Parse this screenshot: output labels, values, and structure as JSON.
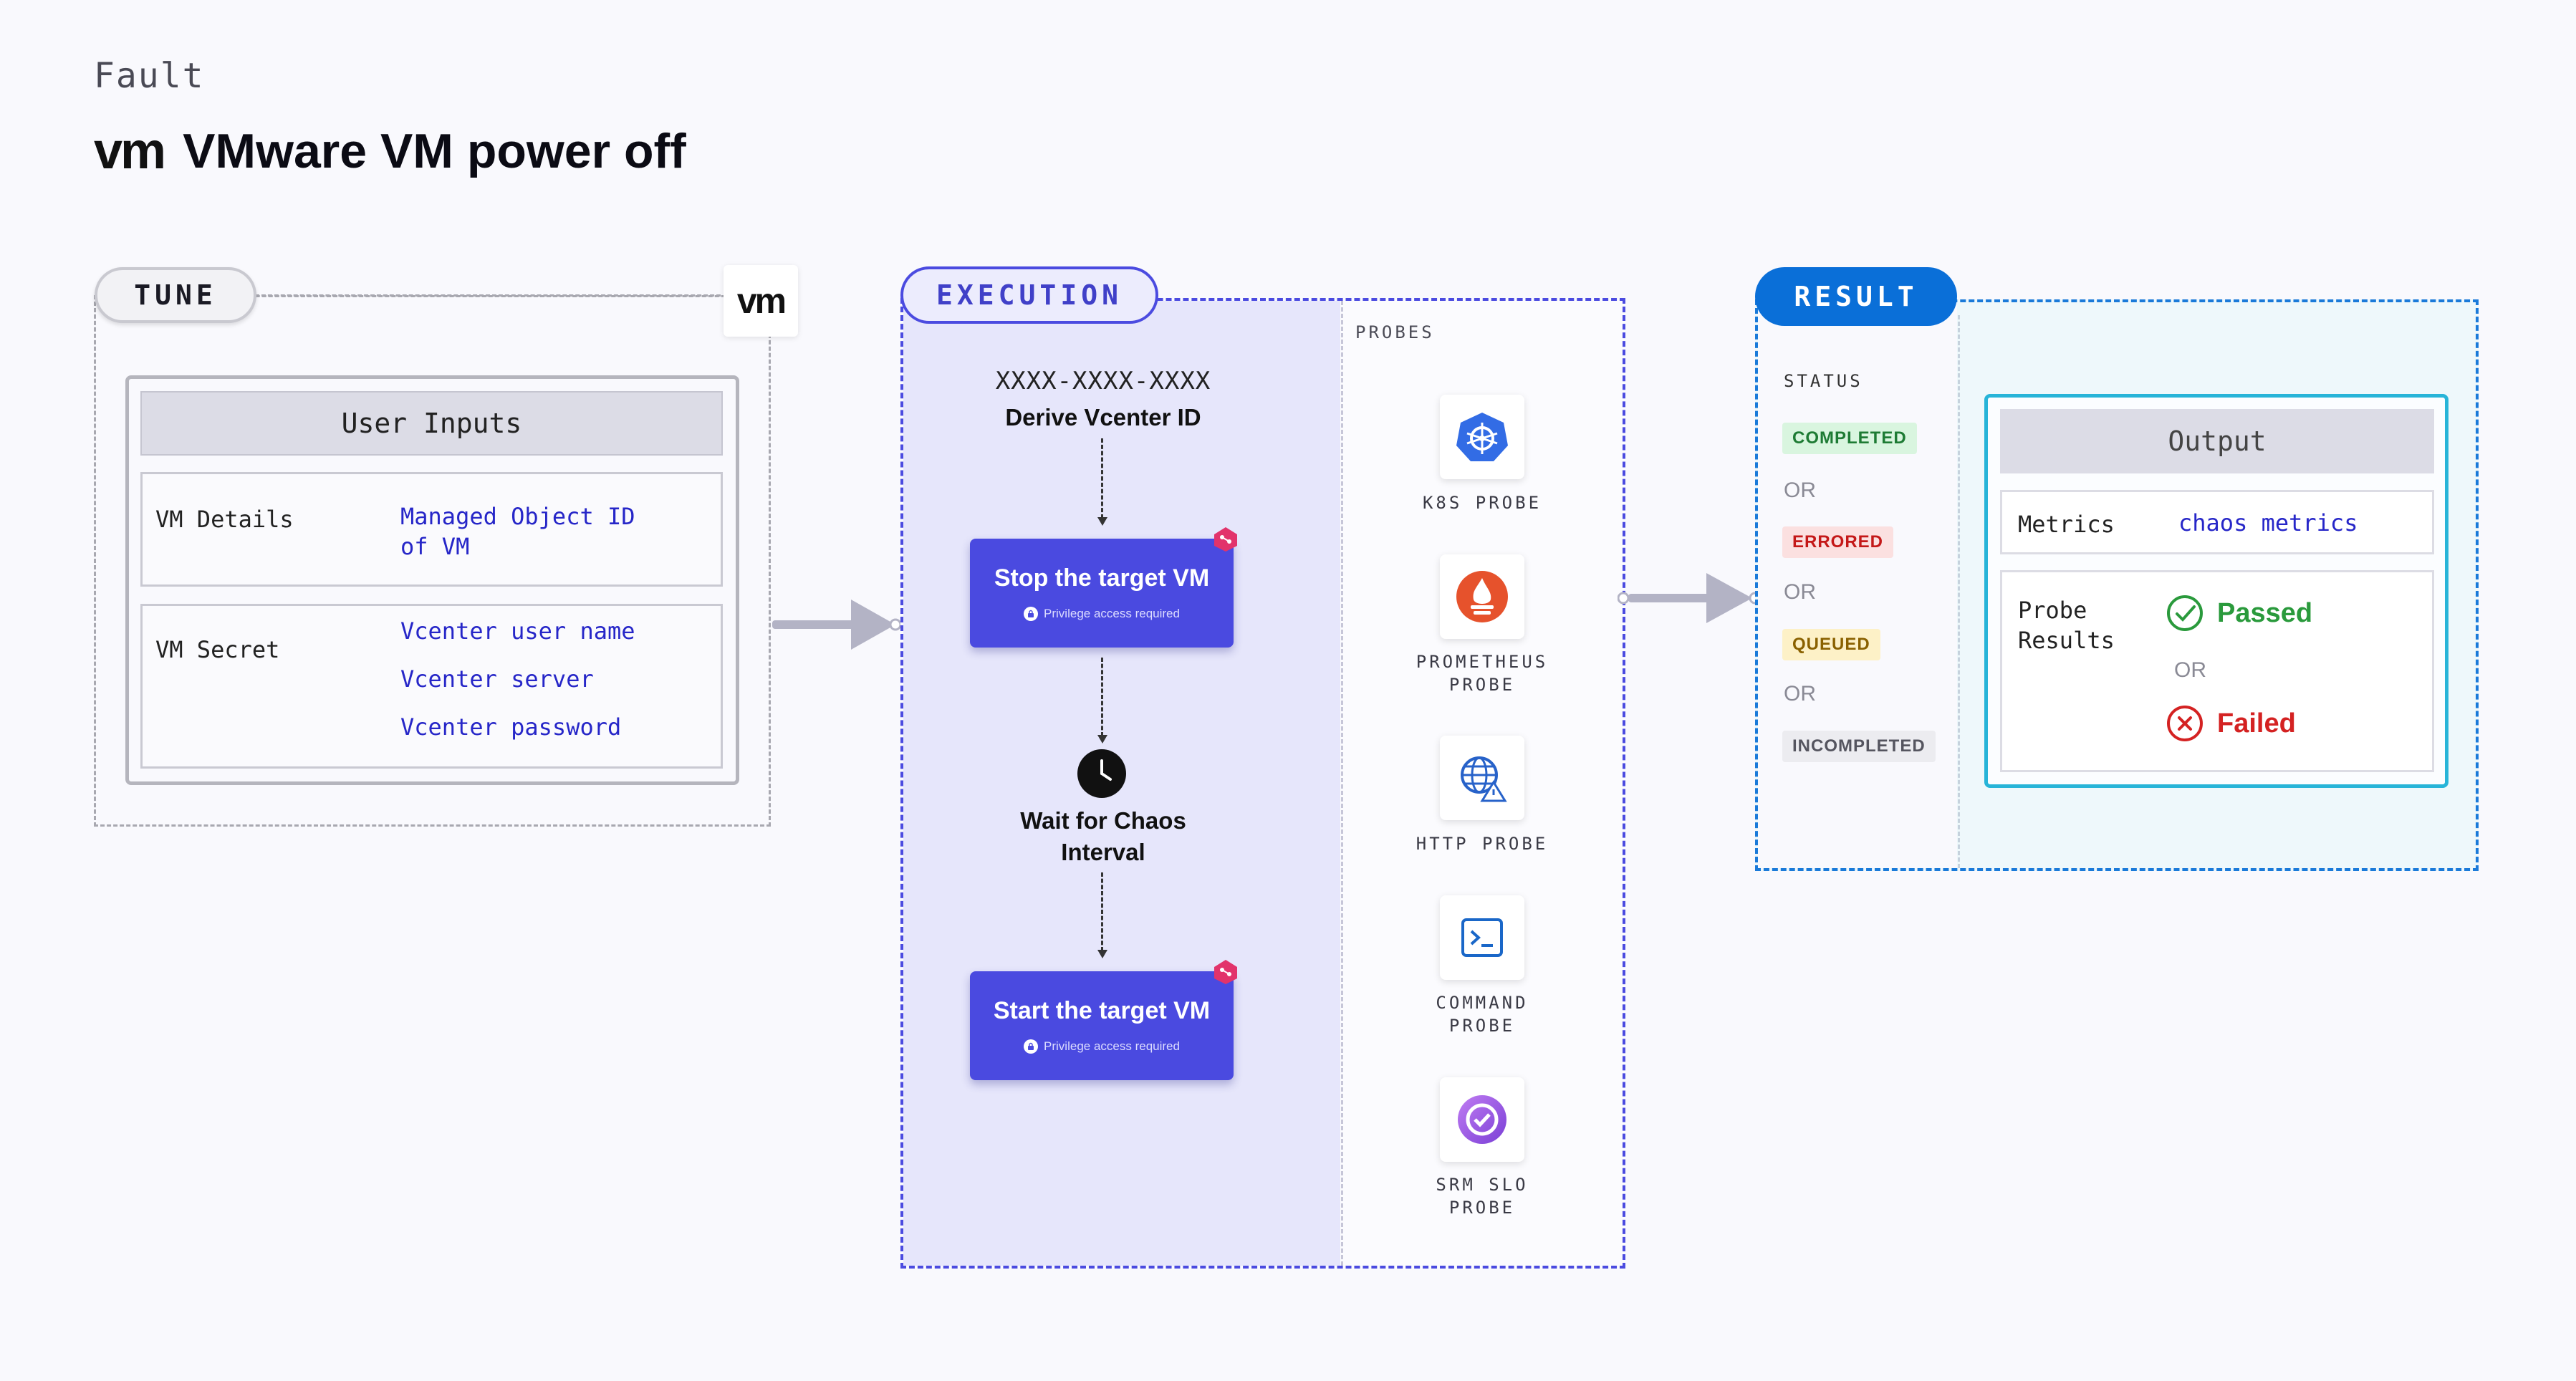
{
  "header": {
    "fault_label": "Fault",
    "logo_text": "vm",
    "title": "VMware VM power off"
  },
  "tune": {
    "label": "TUNE",
    "badge_logo_text": "vm",
    "inputs_header": "User Inputs",
    "vm_details": {
      "key": "VM Details",
      "value_line1": "Managed Object ID",
      "value_line2": "of VM"
    },
    "vm_secret": {
      "key": "VM Secret",
      "values": [
        "Vcenter user name",
        "Vcenter server",
        "Vcenter password"
      ]
    }
  },
  "execution": {
    "label": "EXECUTION",
    "derive": {
      "id": "XXXX-XXXX-XXXX",
      "label": "Derive Vcenter ID"
    },
    "step_stop": {
      "title": "Stop the target VM",
      "sub": "Privilege access required"
    },
    "wait": {
      "line1": "Wait for Chaos",
      "line2": "Interval"
    },
    "step_start": {
      "title": "Start the target VM",
      "sub": "Privilege access required"
    },
    "probes_label": "PROBES",
    "probes": [
      {
        "icon": "kubernetes-icon",
        "line1": "K8S PROBE",
        "line2": ""
      },
      {
        "icon": "prometheus-icon",
        "line1": "PROMETHEUS",
        "line2": "PROBE"
      },
      {
        "icon": "http-globe-icon",
        "line1": "HTTP PROBE",
        "line2": ""
      },
      {
        "icon": "terminal-icon",
        "line1": "COMMAND",
        "line2": "PROBE"
      },
      {
        "icon": "srm-slo-icon",
        "line1": "SRM SLO",
        "line2": "PROBE"
      }
    ]
  },
  "result": {
    "label": "RESULT",
    "status_label": "STATUS",
    "statuses": [
      {
        "text": "COMPLETED",
        "fg": "#1e7b34",
        "bg": "#d9f5df"
      },
      {
        "text": "ERRORED",
        "fg": "#c41818",
        "bg": "#fbe0e0"
      },
      {
        "text": "QUEUED",
        "fg": "#8a6100",
        "bg": "#fdf1c7"
      },
      {
        "text": "INCOMPLETED",
        "fg": "#55555f",
        "bg": "#ececf0"
      }
    ],
    "or_text": "OR",
    "output_header": "Output",
    "metrics_key": "Metrics",
    "metrics_value": "chaos metrics",
    "probe_results_line1": "Probe",
    "probe_results_line2": "Results",
    "passed": "Passed",
    "failed": "Failed"
  },
  "colors": {
    "execution_accent": "#4a4ae0",
    "result_accent": "#0a6fd8",
    "output_border": "#27b4d8",
    "passed": "#2a9a3c",
    "failed": "#d42222",
    "value_text": "#2626c8"
  }
}
